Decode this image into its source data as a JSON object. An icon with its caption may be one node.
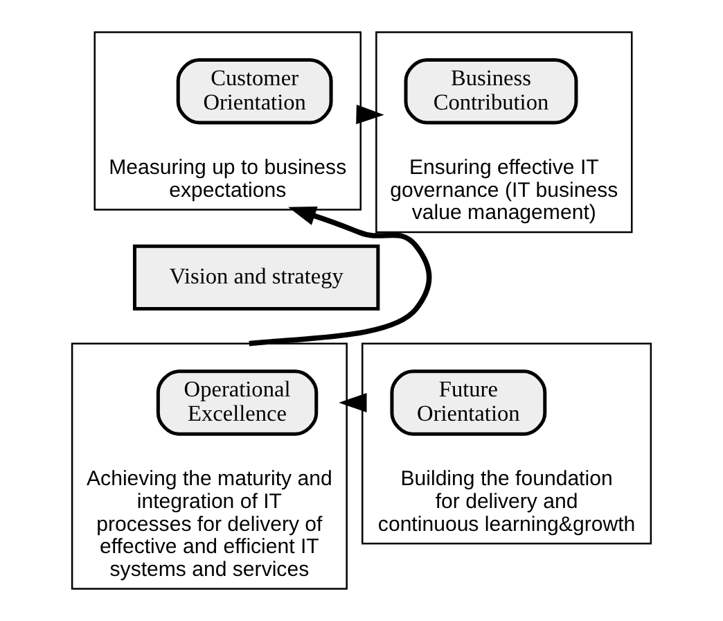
{
  "diagram": {
    "nodes": [
      {
        "text": [
          "Measuring up to business expectations"
        ]
      },
      {
        "text": [
          "Customer Orientation"
        ],
        "in": 0
      },
      {
        "text": [
          "Ensuring effective IT governance (IT business value management)"
        ]
      },
      {
        "text": [
          "Business Contribution"
        ],
        "in": 2
      },
      {
        "text": [
          "Vision and strategy"
        ]
      },
      {
        "text": [
          "Achieving the maturity and integration of IT processes for delivery of effective and efficient IT systems and services"
        ]
      },
      {
        "text": [
          "Operational Excellence"
        ],
        "in": 5
      },
      {
        "text": [
          "Building the foundation for delivery and continuous learning&growth"
        ]
      },
      {
        "text": [
          "Future Orientation"
        ],
        "in": 7
      }
    ],
    "edges": [
      {
        "from": 0,
        "to": 2,
        "arrow": "to"
      },
      {
        "from": 7,
        "to": 5,
        "arrow": "to"
      },
      {
        "from": 5,
        "to": 0,
        "arrow": "to"
      }
    ]
  }
}
